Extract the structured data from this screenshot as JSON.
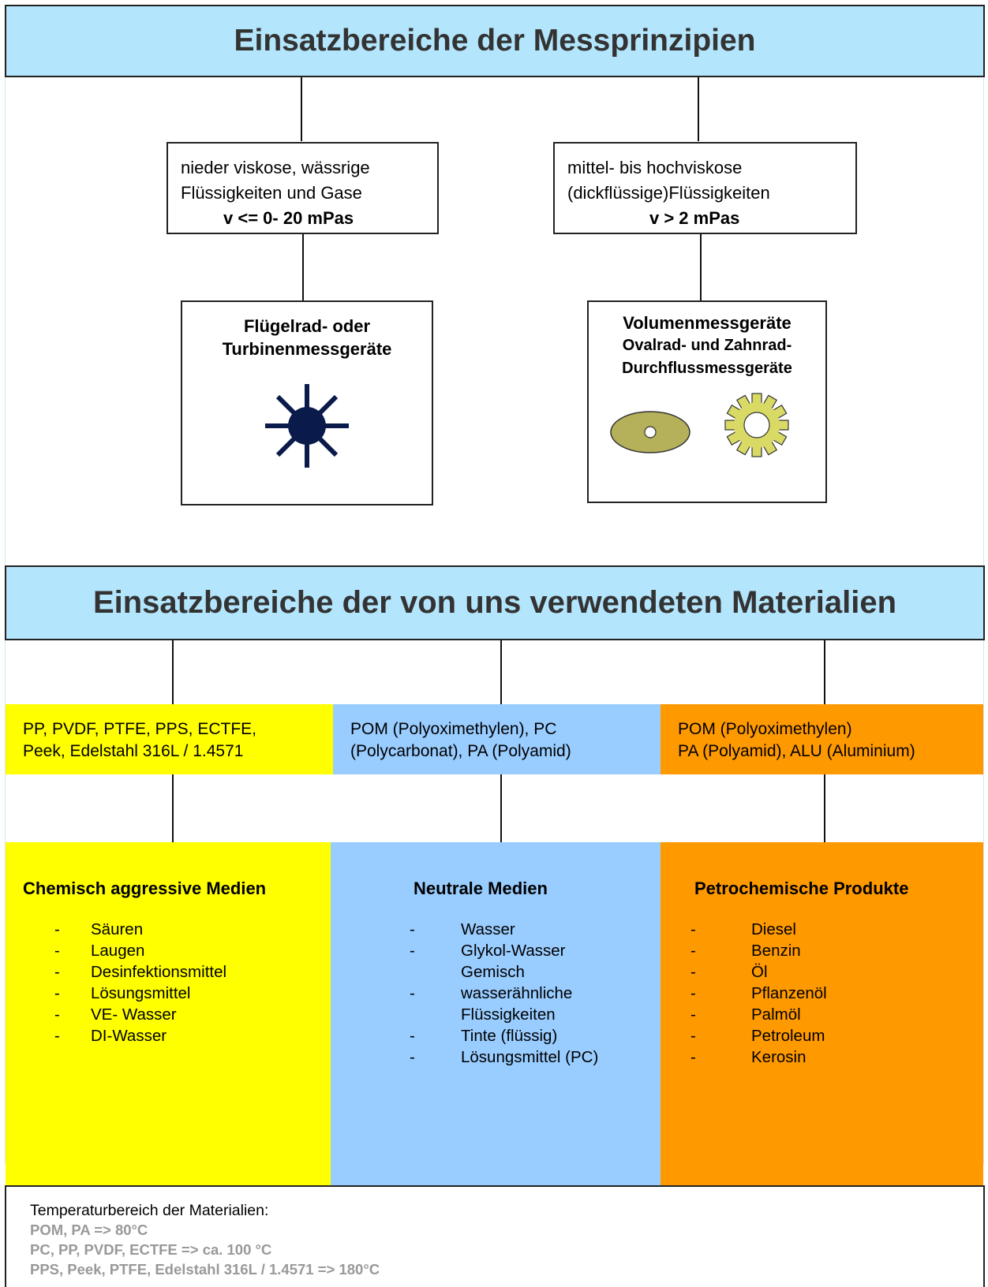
{
  "header_principles": "Einsatzbereiche der Messprinzipien",
  "low_viscosity": {
    "line1": "nieder viskose, wässrige",
    "line2": "Flüssigkeiten und Gase",
    "line3": "v <= 0- 20 mPas"
  },
  "high_viscosity": {
    "line1": "mittel- bis hochviskose",
    "line2": "(dickflüssige)Flüssigkeiten",
    "line3": "v > 2 mPas"
  },
  "turbine": {
    "line1": "Flügelrad- oder",
    "line2": "Turbinenmessgeräte",
    "icon": "impeller-icon",
    "icon_color": "#0a1a4a"
  },
  "volume": {
    "line1": "Volumenmessgeräte",
    "line2": "Ovalrad- und Zahnrad-",
    "line3": "Durchflussmessgeräte",
    "icons": [
      "oval-gear-icon",
      "gear-wheel-icon"
    ],
    "oval_color": "#b5b05a",
    "gear_color": "#d9d966"
  },
  "header_materials": "Einsatzbereiche der von uns verwendeten Materialien",
  "materials": [
    {
      "line1": "PP, PVDF, PTFE, PPS, ECTFE,",
      "line2": "Peek, Edelstahl 316L / 1.4571",
      "color": "#ffff00"
    },
    {
      "line1": "POM (Polyoximethylen), PC",
      "line2": "(Polycarbonat), PA (Polyamid)",
      "color": "#99ccff"
    },
    {
      "line1": "POM (Polyoximethylen)",
      "line2": "PA (Polyamid), ALU (Aluminium)",
      "color": "#ff9900"
    }
  ],
  "media": [
    {
      "title": "Chemisch aggressive Medien",
      "items": [
        "Säuren",
        "Laugen",
        "Desinfektionsmittel",
        "Lösungsmittel",
        "VE- Wasser",
        "DI-Wasser"
      ]
    },
    {
      "title": "Neutrale Medien",
      "items": [
        "Wasser",
        "Glykol-Wasser",
        "Gemisch",
        "wasserähnliche",
        "Flüssigkeiten",
        "Tinte (flüssig)",
        "Lösungsmittel (PC)"
      ]
    },
    {
      "title": "Petrochemische Produkte",
      "items": [
        "Diesel",
        "Benzin",
        "Öl",
        "Pflanzenöl",
        "Palmöl",
        "Petroleum",
        "Kerosin"
      ]
    }
  ],
  "temperature": {
    "heading": "Temperaturbereich der Materialien:",
    "lines": [
      "POM, PA => 80°C",
      "PC, PP, PVDF, ECTFE => ca. 100 °C",
      "PPS, Peek, PTFE, Edelstahl 316L / 1.4571 => 180°C"
    ],
    "line_color": "#999999"
  }
}
